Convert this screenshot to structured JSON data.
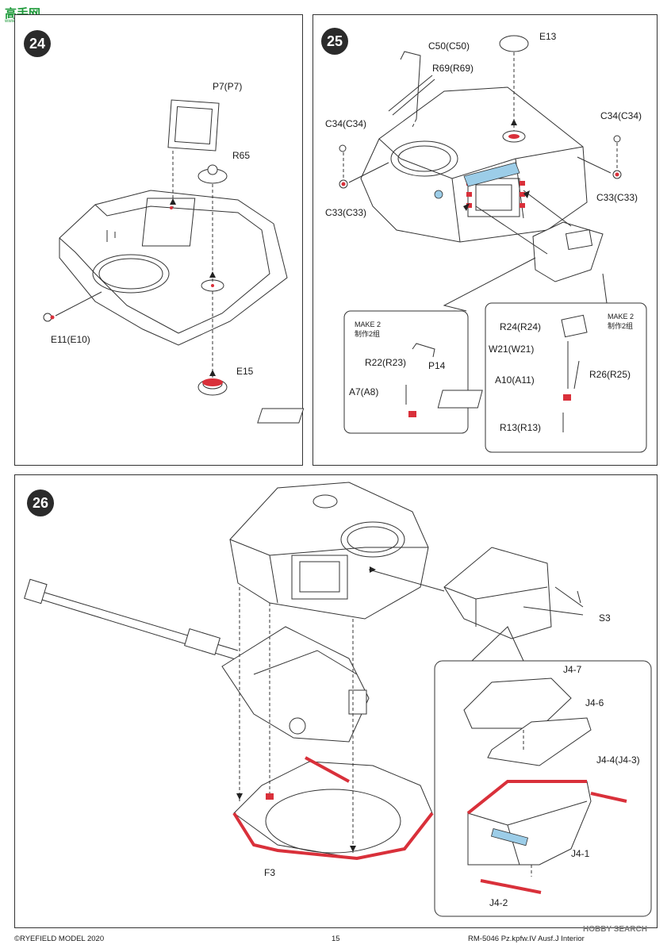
{
  "watermark": {
    "brand": "高手网",
    "url": "www.gaoshou.com"
  },
  "steps": {
    "s24": {
      "number": "24",
      "labels": {
        "p7": "P7(P7)",
        "r65": "R65",
        "e11": "E11(E10)",
        "e15": "E15"
      }
    },
    "s25": {
      "number": "25",
      "labels": {
        "e13": "E13",
        "c50": "C50(C50)",
        "r69": "R69(R69)",
        "c34l": "C34(C34)",
        "c34r": "C34(C34)",
        "c33l": "C33(C33)",
        "c33r": "C33(C33)"
      },
      "sub_left": {
        "make_en": "MAKE 2",
        "make_cn": "制作2组",
        "p14": "P14",
        "r22": "R22(R23)",
        "a7": "A7(A8)"
      },
      "sub_right": {
        "make_en": "MAKE 2",
        "make_cn": "制作2组",
        "r24": "R24(R24)",
        "w21": "W21(W21)",
        "r26": "R26(R25)",
        "a10": "A10(A11)",
        "r13": "R13(R13)"
      }
    },
    "s26": {
      "number": "26",
      "labels": {
        "s3": "S3",
        "f3": "F3",
        "j47": "J4-7",
        "j46": "J4-6",
        "j44": "J4-4(J4-3)",
        "j41": "J4-1",
        "j42": "J4-2"
      }
    }
  },
  "footer": {
    "copyright": "©RYEFIELD MODEL 2020",
    "page": "15",
    "product": "RM-5046  Pz.kpfw.IV Ausf.J  Interior",
    "watermark2": "HOBBY SEARCH"
  }
}
